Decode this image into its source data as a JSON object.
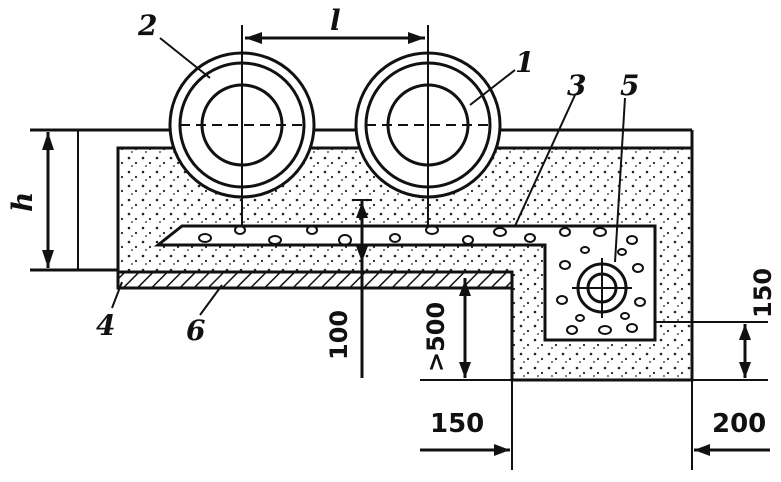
{
  "diagram": {
    "labels": {
      "one": "1",
      "two": "2",
      "three": "3",
      "four": "4",
      "five": "5",
      "six": "6",
      "l": "l",
      "h": "h"
    },
    "dimensions": {
      "d100": "100",
      "d500": ">500",
      "d150_bottom": "150",
      "d150_right": "150",
      "d200": "200"
    }
  }
}
